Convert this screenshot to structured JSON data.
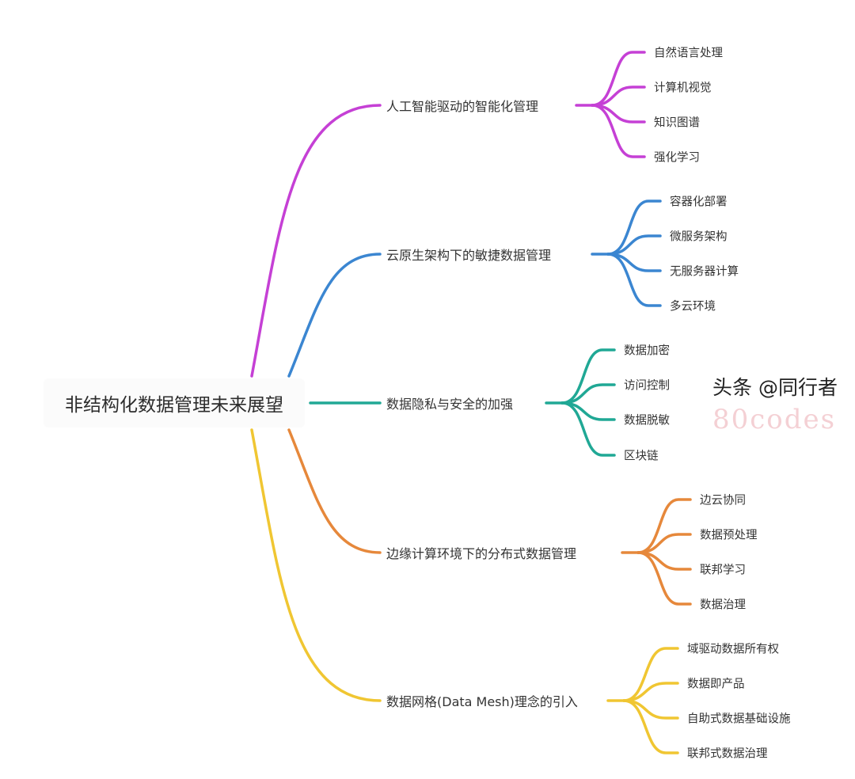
{
  "root": {
    "label": "非结构化数据管理未来展望"
  },
  "branches": [
    {
      "label": "人工智能驱动的智能化管理",
      "color": "#c540d5",
      "children": [
        "自然语言处理",
        "计算机视觉",
        "知识图谱",
        "强化学习"
      ]
    },
    {
      "label": "云原生架构下的敏捷数据管理",
      "color": "#3b86d1",
      "children": [
        "容器化部署",
        "微服务架构",
        "无服务器计算",
        "多云环境"
      ]
    },
    {
      "label": "数据隐私与安全的加强",
      "color": "#20a895",
      "children": [
        "数据加密",
        "访问控制",
        "数据脱敏",
        "区块链"
      ]
    },
    {
      "label": "边缘计算环境下的分布式数据管理",
      "color": "#e6883b",
      "children": [
        "边云协同",
        "数据预处理",
        "联邦学习",
        "数据治理"
      ]
    },
    {
      "label": "数据网格(Data Mesh)理念的引入",
      "color": "#f0c632",
      "children": [
        "域驱动数据所有权",
        "数据即产品",
        "自助式数据基础设施",
        "联邦式数据治理"
      ]
    }
  ],
  "watermark": {
    "text": "头条 @同行者",
    "faint_text": "80codes"
  }
}
